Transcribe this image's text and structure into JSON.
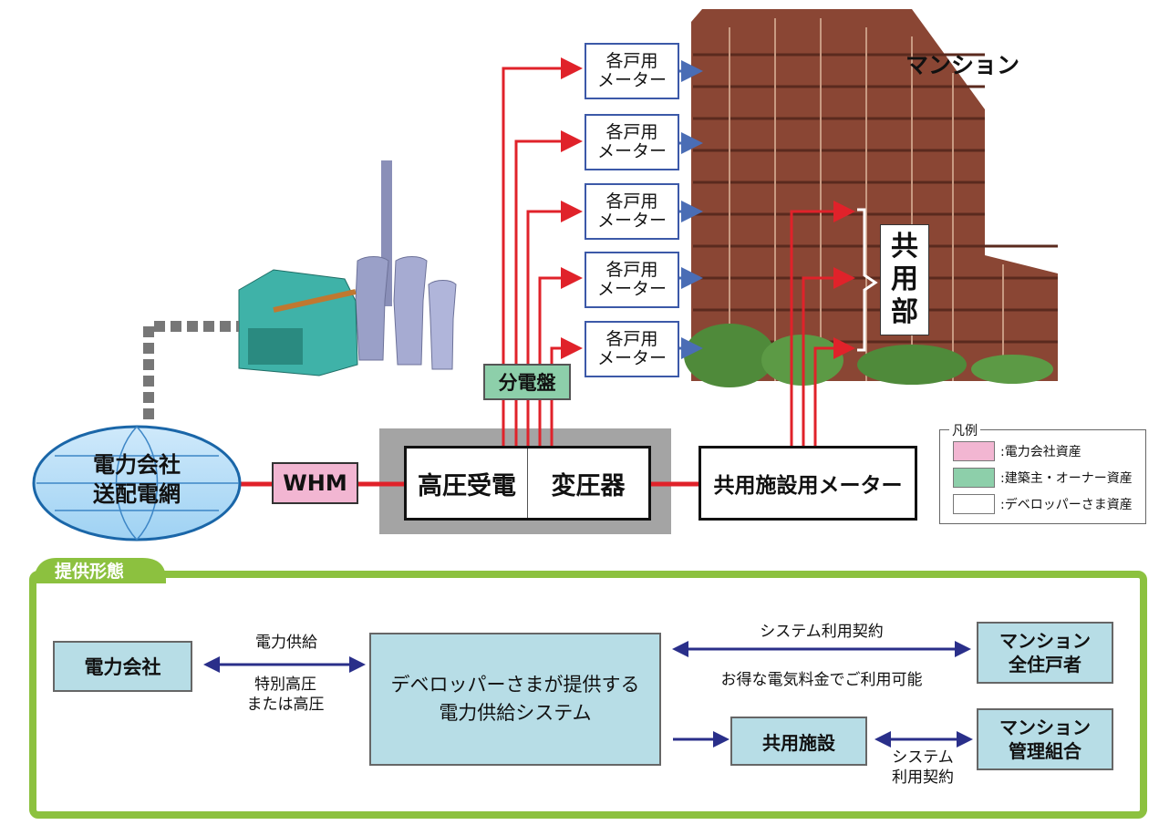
{
  "building_label": "マンション",
  "meters": [
    {
      "line1": "各戸用",
      "line2": "メーター"
    },
    {
      "line1": "各戸用",
      "line2": "メーター"
    },
    {
      "line1": "各戸用",
      "line2": "メーター"
    },
    {
      "line1": "各戸用",
      "line2": "メーター"
    },
    {
      "line1": "各戸用",
      "line2": "メーター"
    }
  ],
  "common_area": {
    "chars": [
      "共",
      "用",
      "部"
    ]
  },
  "distribution_board": "分電盤",
  "grid": {
    "line1": "電力会社",
    "line2": "送配電網"
  },
  "whm": "WHM",
  "receiving": "高圧受電",
  "transformer": "変圧器",
  "common_meter": "共用施設用メーター",
  "legend": {
    "title": "凡例",
    "items": [
      {
        "color": "#f2b6d2",
        "label": ":電力会社資産"
      },
      {
        "color": "#8dcfaa",
        "label": ":建築主・オーナー資産"
      },
      {
        "color": "#ffffff",
        "label": ":デベロッパーさま資産"
      }
    ]
  },
  "service": {
    "tab": "提供形態",
    "power_company": "電力会社",
    "supply_label": "電力供給",
    "voltage_label": {
      "line1": "特別高圧",
      "line2": "または高圧"
    },
    "system": {
      "line1": "デベロッパーさまが提供する",
      "line2": "電力供給システム"
    },
    "contract_top": "システム利用契約",
    "benefit": "お得な電気料金でご利用可能",
    "residents": {
      "line1": "マンション",
      "line2": "全住戸者"
    },
    "common_facility": "共用施設",
    "contract_bottom": {
      "line1": "システム",
      "line2": "利用契約"
    },
    "association": {
      "line1": "マンション",
      "line2": "管理組合"
    }
  },
  "colors": {
    "power_line": "#e0222a",
    "meter_border": "#3c59a8",
    "frame_green": "#8cc13f",
    "developer_box": "#b7dde6",
    "arrow_navy": "#2a2f8a"
  }
}
